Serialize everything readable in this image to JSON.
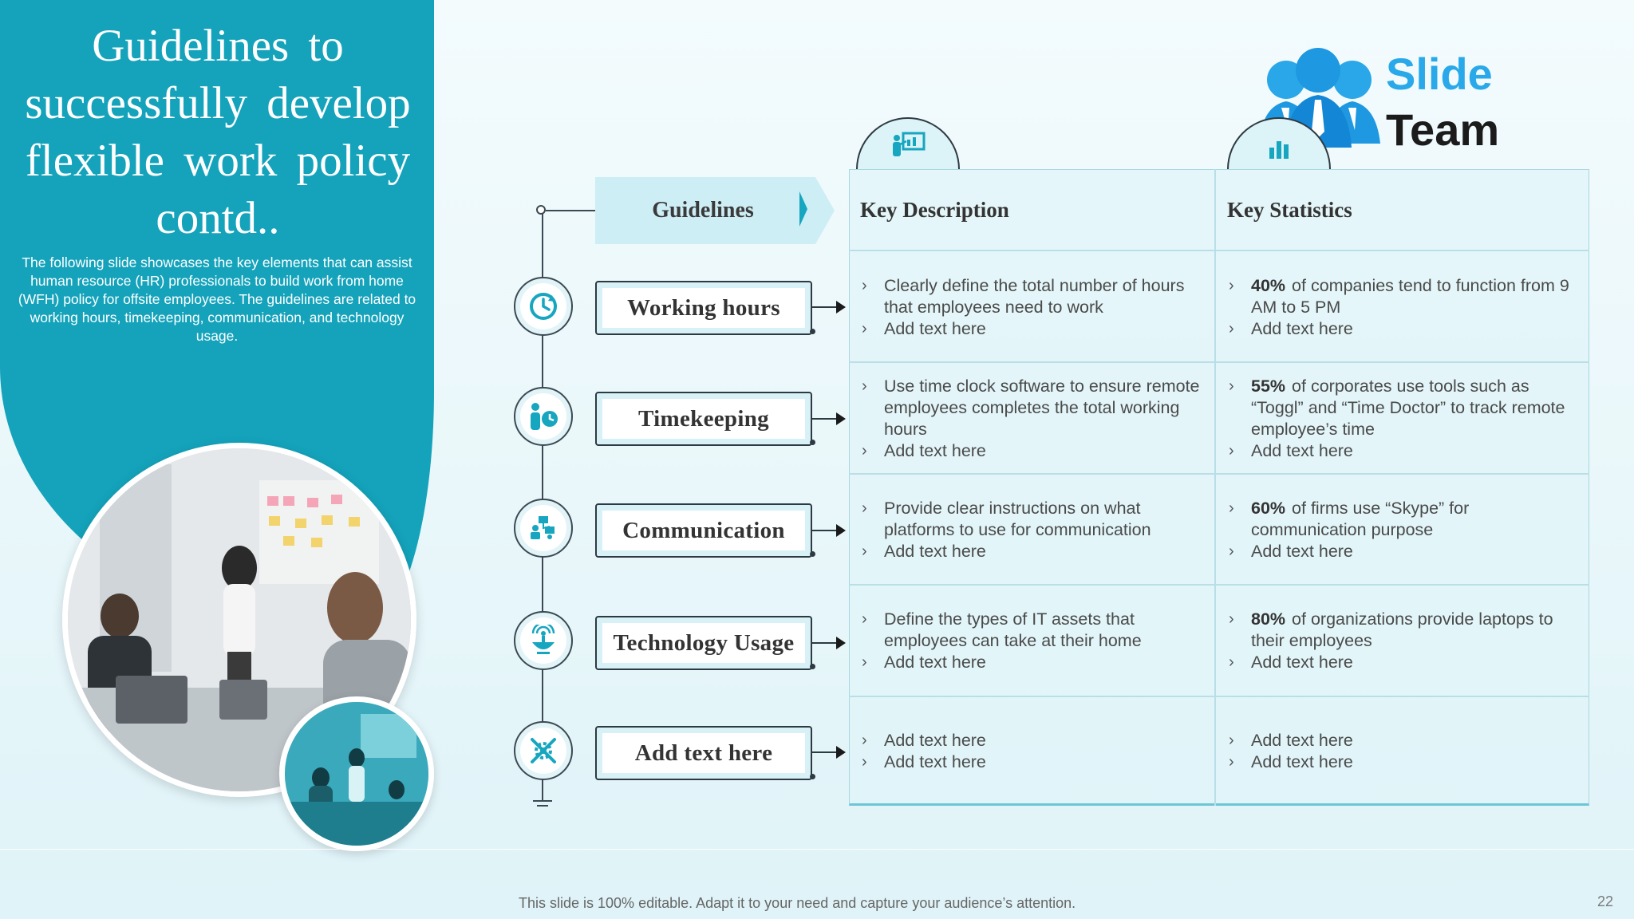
{
  "title": "Guidelines  to successfully  develop flexible  work policy  contd..",
  "subtitle": "The following slide showcases the key elements that can assist human resource (HR) professionals to build work from home (WFH) policy for offsite employees. The guidelines are related to working hours, timekeeping, communication, and technology usage.",
  "logo": {
    "word1": "Slide",
    "word2": "Team",
    "color_primary": "#29a9e9"
  },
  "colors": {
    "panel": "#14a3bb",
    "accent": "#17a6bf"
  },
  "timeline": {
    "header_label": "Guidelines",
    "steps": [
      {
        "label": "Working hours",
        "icon": "clock-refresh-icon"
      },
      {
        "label": "Timekeeping",
        "icon": "person-clock-icon"
      },
      {
        "label": "Communication",
        "icon": "people-network-icon"
      },
      {
        "label": "Technology Usage",
        "icon": "wifi-globe-icon"
      },
      {
        "label": "Add text here",
        "icon": "gear-cross-icon"
      }
    ]
  },
  "table": {
    "headers": {
      "description": "Key Description",
      "statistics": "Key Statistics"
    },
    "header_icons": {
      "description": "presentation-icon",
      "statistics": "bar-chart-icon"
    },
    "rows": [
      {
        "description": [
          "Clearly define the total number of hours that employees need to work",
          "Add text here"
        ],
        "stat_pct": "40%",
        "stat_text": "of companies tend to function from 9 AM to 5 PM",
        "stat_extra": "Add text here"
      },
      {
        "description": [
          "Use time clock software to ensure remote employees completes the total working hours",
          "Add text here"
        ],
        "stat_pct": "55%",
        "stat_text": "of corporates use tools such as “Toggl” and “Time Doctor” to track remote employee’s time",
        "stat_extra": "Add text here"
      },
      {
        "description": [
          "Provide clear instructions on what platforms to use for communication",
          "Add text here"
        ],
        "stat_pct": "60%",
        "stat_text": "of firms use “Skype” for communication purpose",
        "stat_extra": "Add text here"
      },
      {
        "description": [
          "Define the types of IT assets that employees can take at their home",
          "Add text here"
        ],
        "stat_pct": "80%",
        "stat_text": "of organizations provide laptops to their employees",
        "stat_extra": "Add text here"
      },
      {
        "description": [
          "Add text here",
          "Add text here"
        ],
        "stats": [
          "Add text here",
          "Add text here"
        ]
      }
    ]
  },
  "footer": "This slide is 100% editable. Adapt it to your need and capture your audience’s attention.",
  "page_number": "22"
}
